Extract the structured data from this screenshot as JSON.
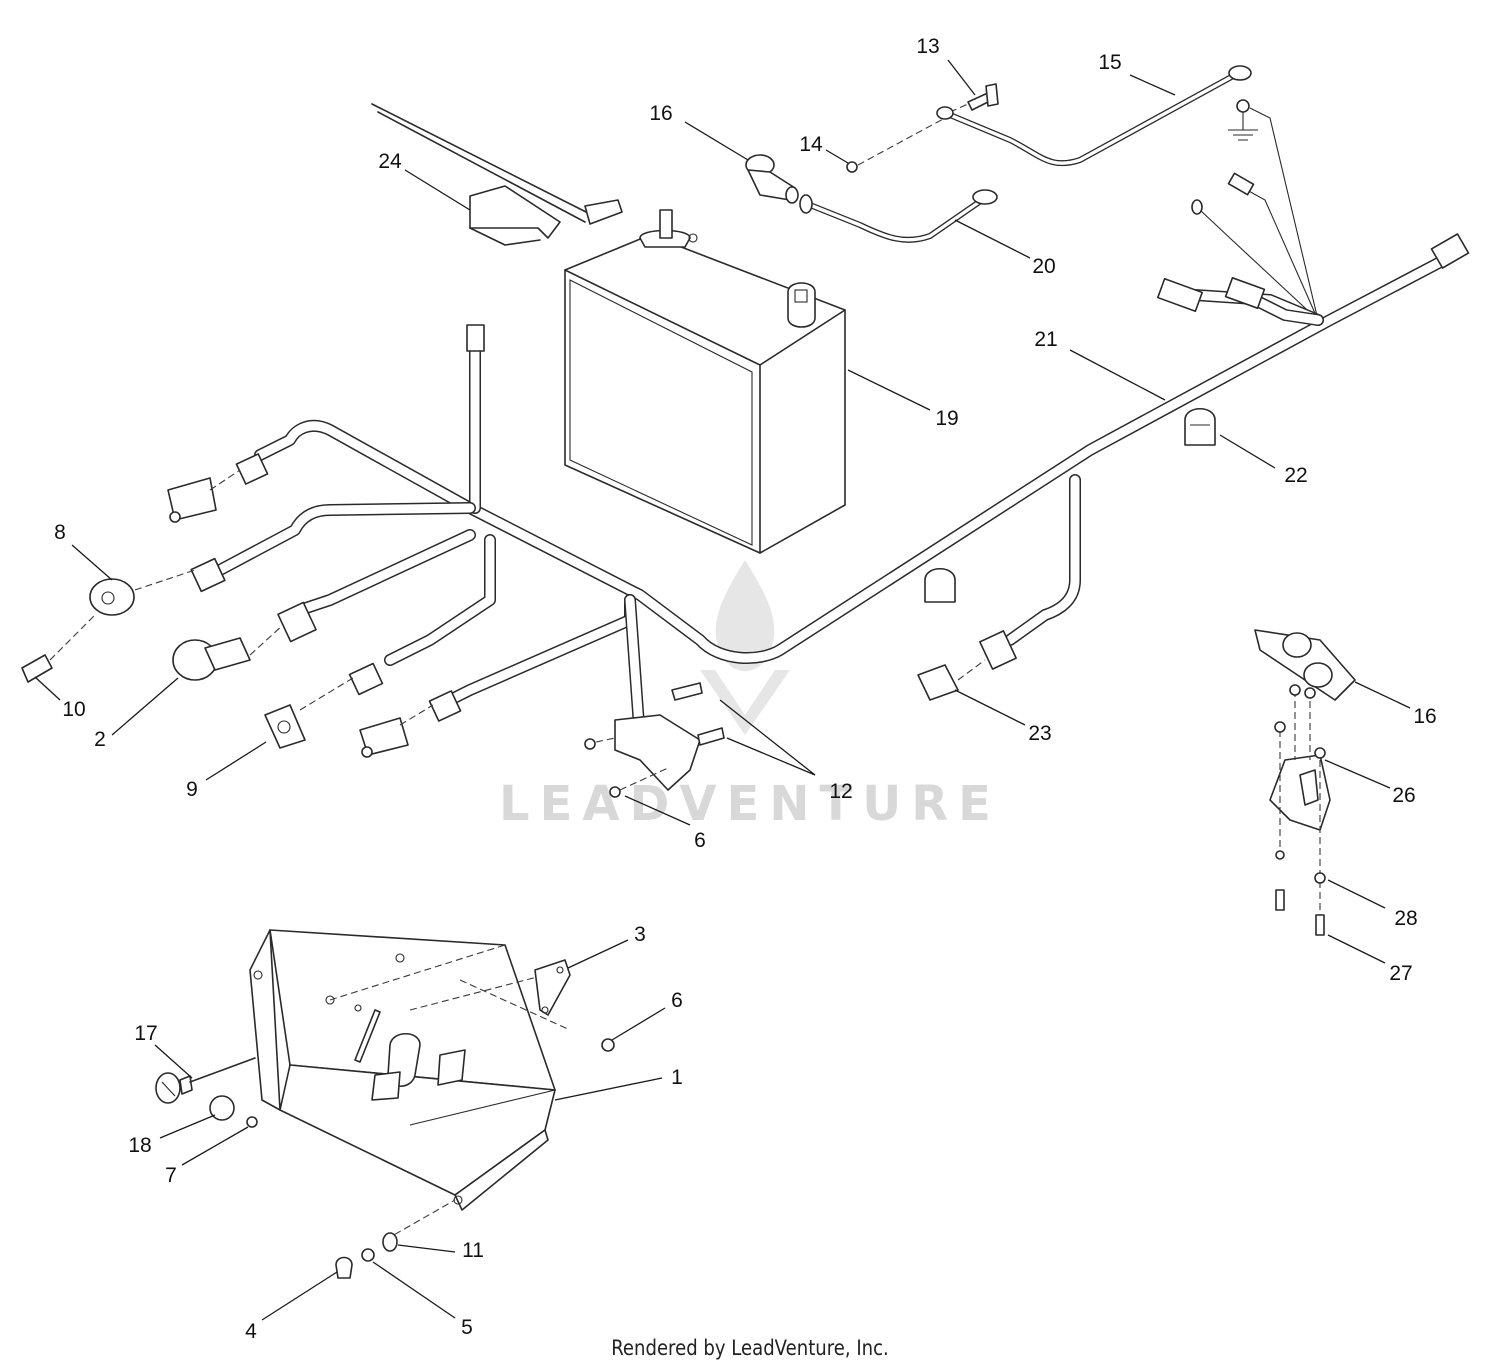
{
  "callouts": {
    "c1": "1",
    "c2": "2",
    "c3": "3",
    "c4": "4",
    "c5": "5",
    "c6a": "6",
    "c6b": "6",
    "c7": "7",
    "c8": "8",
    "c9": "9",
    "c10": "10",
    "c11": "11",
    "c12": "12",
    "c13": "13",
    "c14": "14",
    "c15": "15",
    "c16a": "16",
    "c16b": "16",
    "c17": "17",
    "c18": "18",
    "c19": "19",
    "c20": "20",
    "c21": "21",
    "c22": "22",
    "c23": "23",
    "c24": "24",
    "c26": "26",
    "c27": "27",
    "c28": "28"
  },
  "watermark": "LEADVENTURE",
  "credit": "Rendered by LeadVenture, Inc."
}
